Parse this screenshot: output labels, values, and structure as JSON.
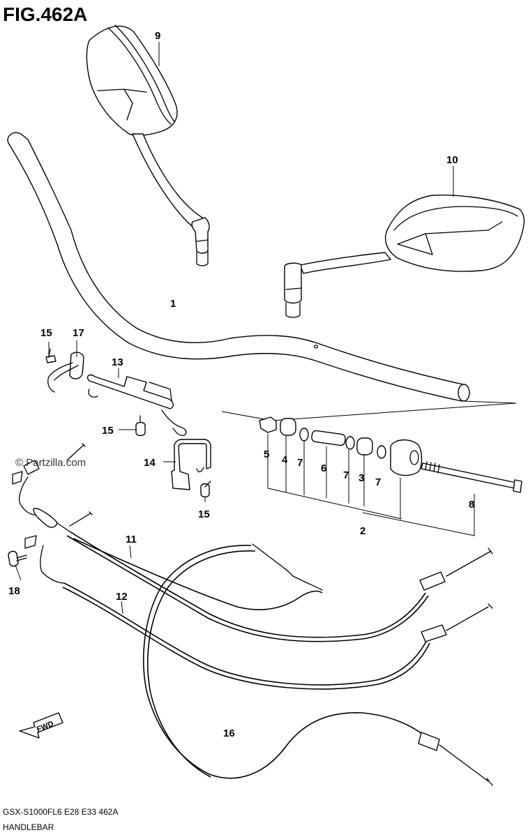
{
  "figure_title": "FIG.462A",
  "watermark": "© Partzilla.com",
  "model_code": "GSX-S1000FL6  E28  E33  462A",
  "section_name": "HANDLEBAR",
  "fwd_label": "FWD",
  "part_labels": {
    "p1": "1",
    "p2": "2",
    "p3": "3",
    "p4": "4",
    "p5": "5",
    "p6": "6",
    "p7a": "7",
    "p7b": "7",
    "p7c": "7",
    "p8": "8",
    "p9": "9",
    "p10": "10",
    "p11": "11",
    "p12": "12",
    "p13": "13",
    "p14": "14",
    "p15a": "15",
    "p15b": "15",
    "p15c": "15",
    "p16": "16",
    "p17": "17",
    "p18": "18"
  }
}
